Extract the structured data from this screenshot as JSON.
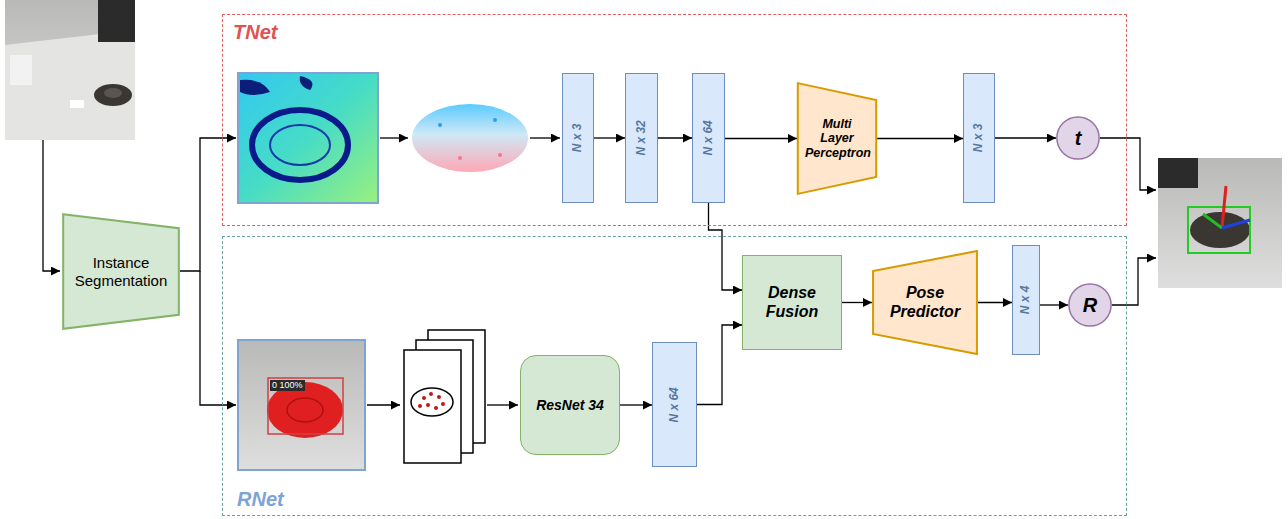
{
  "diagram": {
    "nodes": [
      {
        "text": [
          "TNet"
        ]
      },
      {
        "text": [
          "N x 3"
        ],
        "in": 0
      },
      {
        "text": [
          "N x 32"
        ],
        "in": 0
      },
      {
        "text": [
          "N x 64"
        ],
        "in": 0
      },
      {
        "text": [
          "Multi Layer Perceptron"
        ],
        "in": 0
      },
      {
        "text": [
          "N x 3"
        ],
        "in": 0
      },
      {
        "text": [
          "t"
        ],
        "in": 0
      },
      {
        "text": [
          "Instance Segmentation"
        ]
      },
      {
        "text": [
          "RNet"
        ]
      },
      {
        "text": [
          "ResNet 34"
        ],
        "in": 8
      },
      {
        "text": [
          "N x 64"
        ],
        "in": 8
      },
      {
        "text": [
          "Dense Fusion"
        ],
        "in": 8
      },
      {
        "text": [
          "Pose Predictor"
        ],
        "in": 8
      },
      {
        "text": [
          "N x 4"
        ],
        "in": 8
      },
      {
        "text": [
          "R"
        ],
        "in": 8
      }
    ],
    "edges": [
      {
        "from": 1,
        "to": 2,
        "arrow": "to"
      },
      {
        "from": 2,
        "to": 3,
        "arrow": "to"
      },
      {
        "from": 3,
        "to": 4,
        "arrow": "to"
      },
      {
        "from": 4,
        "to": 5,
        "arrow": "to"
      },
      {
        "from": 5,
        "to": 6,
        "arrow": "to"
      },
      {
        "from": 3,
        "to": 11,
        "arrow": "to"
      },
      {
        "from": 9,
        "to": 10,
        "arrow": "to"
      },
      {
        "from": 10,
        "to": 11,
        "arrow": "to"
      },
      {
        "from": 11,
        "to": 12,
        "arrow": "to"
      },
      {
        "from": 12,
        "to": 13,
        "arrow": "to"
      },
      {
        "from": 13,
        "to": 14,
        "arrow": "to"
      }
    ],
    "labels": [
      "0 100%"
    ]
  }
}
